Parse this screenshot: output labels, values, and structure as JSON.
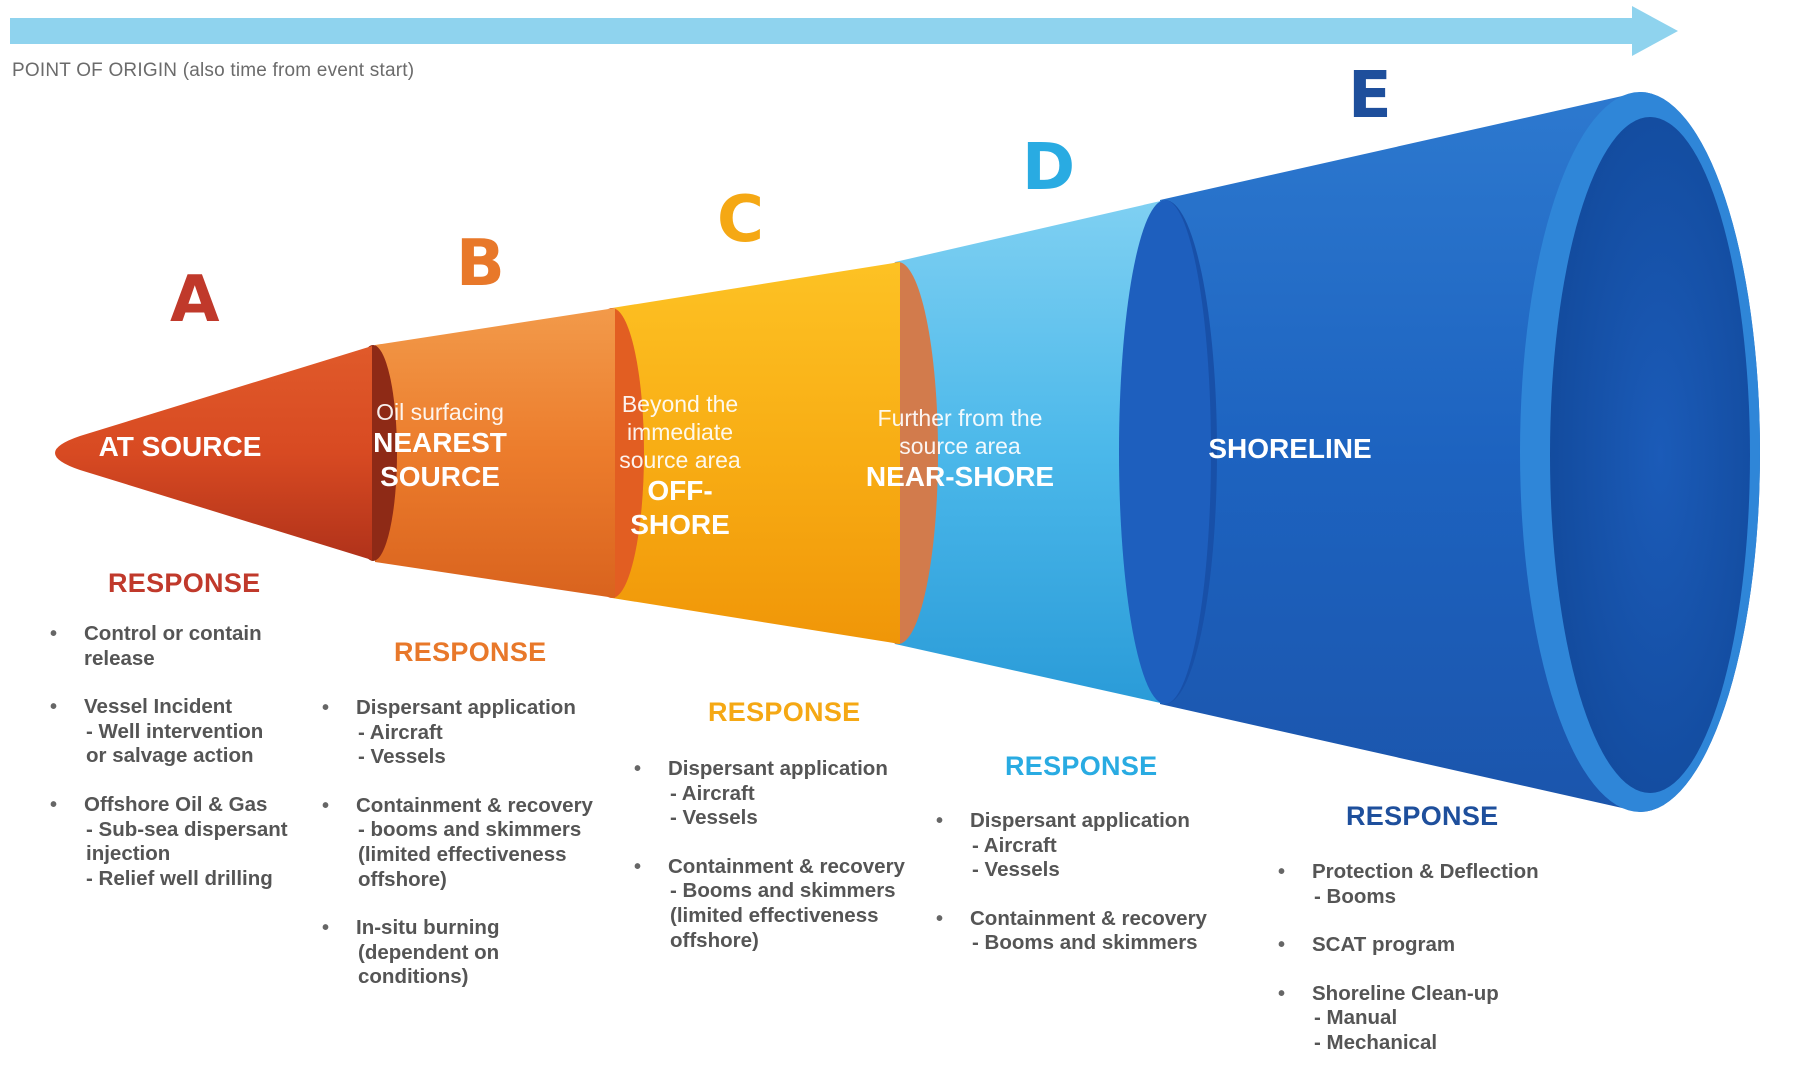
{
  "origin_label": "POINT OF ORIGIN (also time from event start)",
  "colors": {
    "arrow": "#8fd3ee",
    "a": "#c0392b",
    "b": "#e8782a",
    "c": "#f5a814",
    "d": "#29abe2",
    "e": "#1e4f9c"
  },
  "segments": [
    {
      "letter": "A",
      "light": "",
      "bold": [
        "AT SOURCE"
      ],
      "response_label": "RESPONSE",
      "items": [
        {
          "title": "Control or contain release",
          "subs": []
        },
        {
          "title": "Vessel Incident",
          "subs": [
            "- Well intervention",
            "or salvage action"
          ]
        },
        {
          "title": "Offshore Oil & Gas",
          "subs": [
            "- Sub-sea dispersant",
            "injection",
            "- Relief well drilling"
          ]
        }
      ]
    },
    {
      "letter": "B",
      "light": "Oil surfacing",
      "bold": [
        "NEAREST",
        "SOURCE"
      ],
      "response_label": "RESPONSE",
      "items": [
        {
          "title": "Dispersant application",
          "subs": [
            "- Aircraft",
            "- Vessels"
          ]
        },
        {
          "title": "Containment & recovery",
          "subs": [
            "- booms and skimmers",
            "(limited effectiveness",
            "offshore)"
          ]
        },
        {
          "title": "In-situ burning",
          "subs": [
            "(dependent on",
            "conditions)"
          ]
        }
      ]
    },
    {
      "letter": "C",
      "light": "Beyond the immediate source area",
      "bold": [
        "OFF-SHORE"
      ],
      "response_label": "RESPONSE",
      "items": [
        {
          "title": "Dispersant application",
          "subs": [
            "- Aircraft",
            "- Vessels"
          ]
        },
        {
          "title": "Containment & recovery",
          "subs": [
            "- Booms and skimmers",
            "(limited effectiveness",
            "offshore)"
          ]
        }
      ]
    },
    {
      "letter": "D",
      "light": "Further from the source area",
      "bold": [
        "NEAR-SHORE"
      ],
      "response_label": "RESPONSE",
      "items": [
        {
          "title": "Dispersant application",
          "subs": [
            "- Aircraft",
            "- Vessels"
          ]
        },
        {
          "title": "Containment & recovery",
          "subs": [
            "- Booms and skimmers"
          ]
        }
      ]
    },
    {
      "letter": "E",
      "light": "",
      "bold": [
        "SHORELINE"
      ],
      "response_label": "RESPONSE",
      "items": [
        {
          "title": "Protection & Deflection",
          "subs": [
            "- Booms"
          ]
        },
        {
          "title": "SCAT program",
          "subs": []
        },
        {
          "title": "Shoreline Clean-up",
          "subs": [
            "- Manual",
            "- Mechanical"
          ]
        }
      ]
    }
  ]
}
